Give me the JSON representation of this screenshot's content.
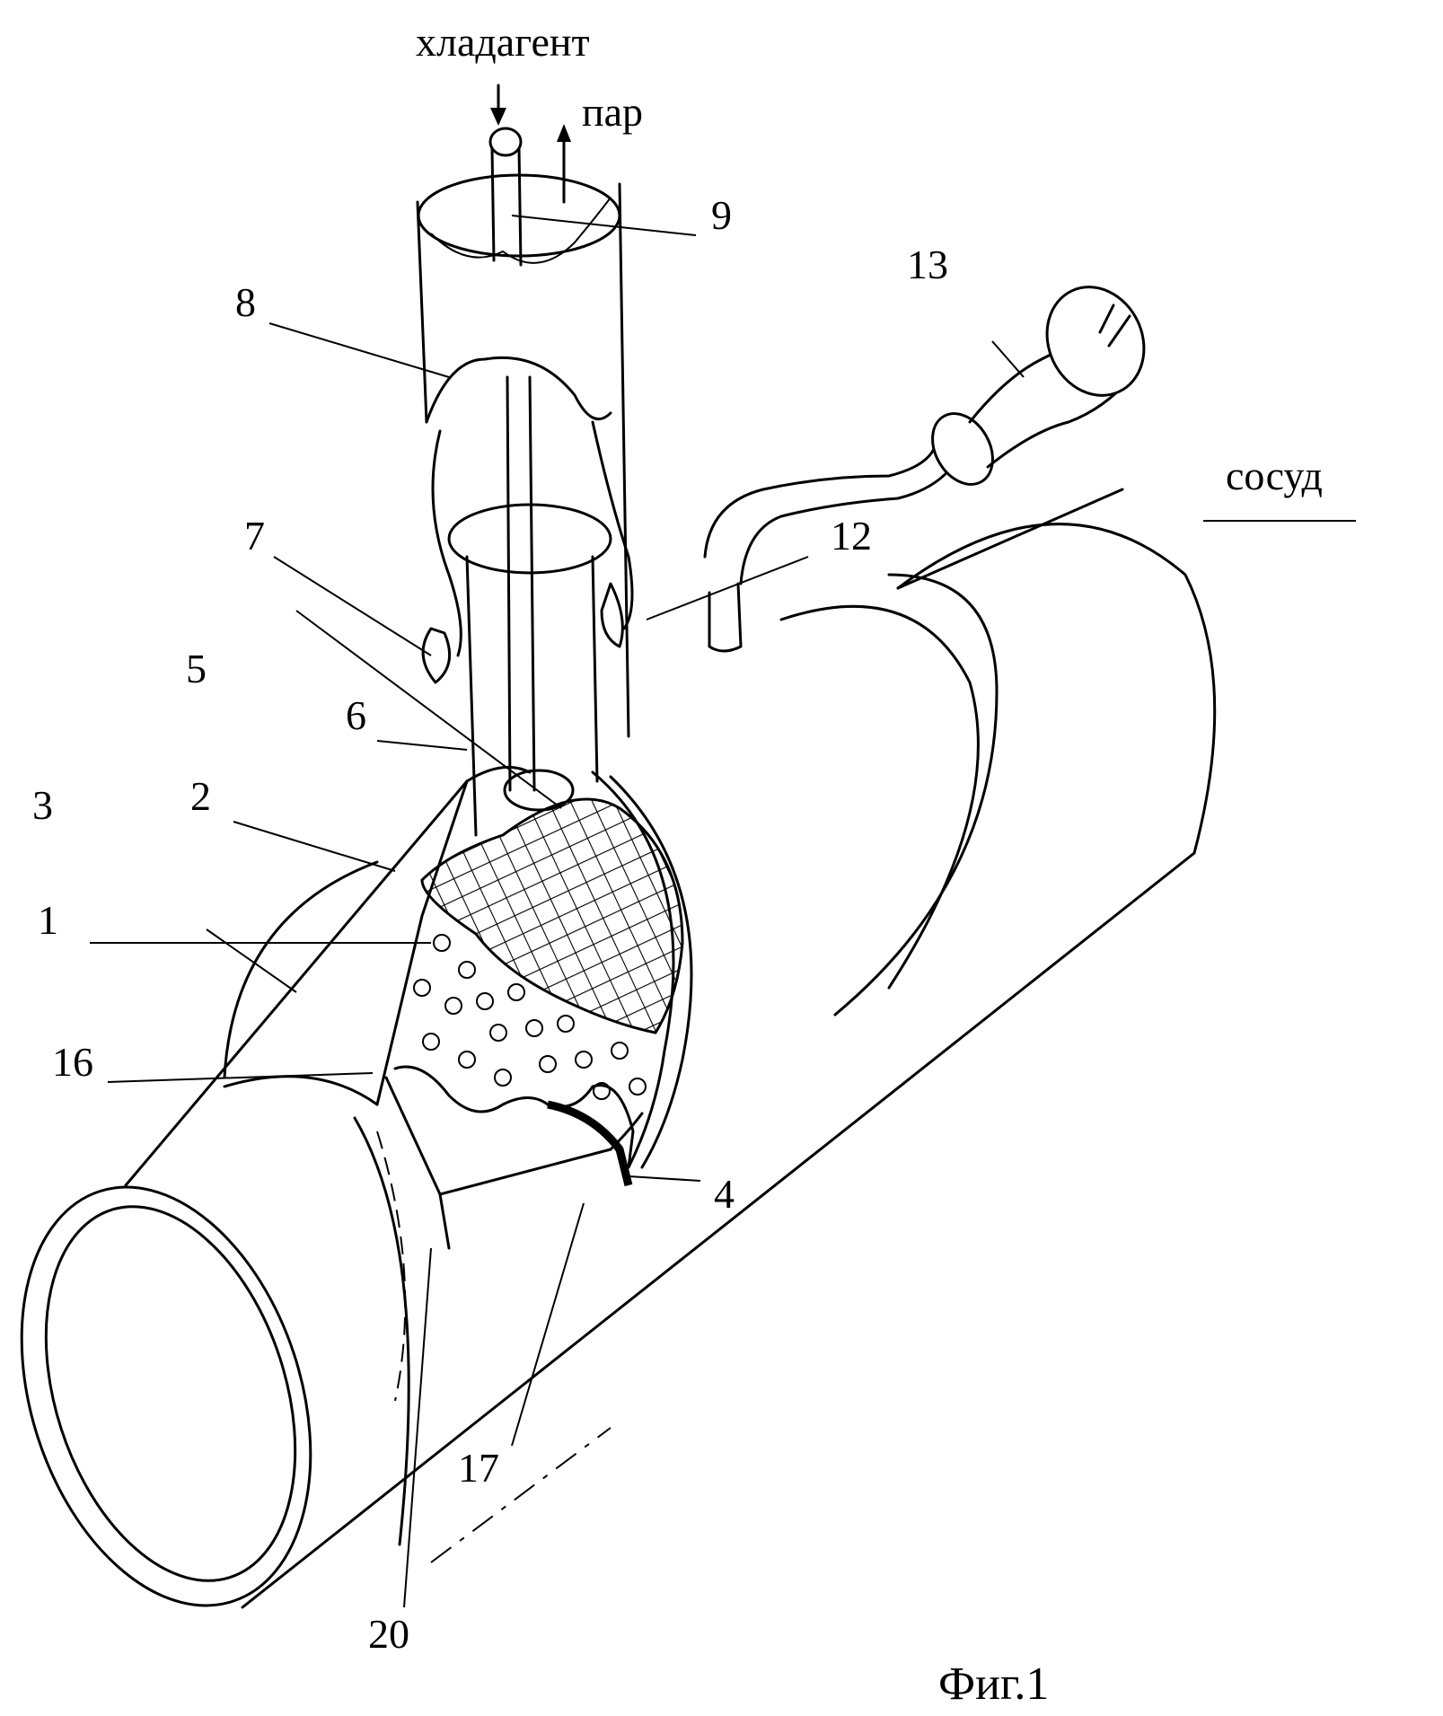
{
  "figure": {
    "caption": "Фиг.1",
    "words": {
      "coolant": "хладагент",
      "steam": "пар",
      "vessel": "сосуд"
    },
    "labels": [
      "1",
      "2",
      "3",
      "4",
      "5",
      "6",
      "7",
      "8",
      "9",
      "12",
      "13",
      "16",
      "17",
      "20"
    ]
  }
}
